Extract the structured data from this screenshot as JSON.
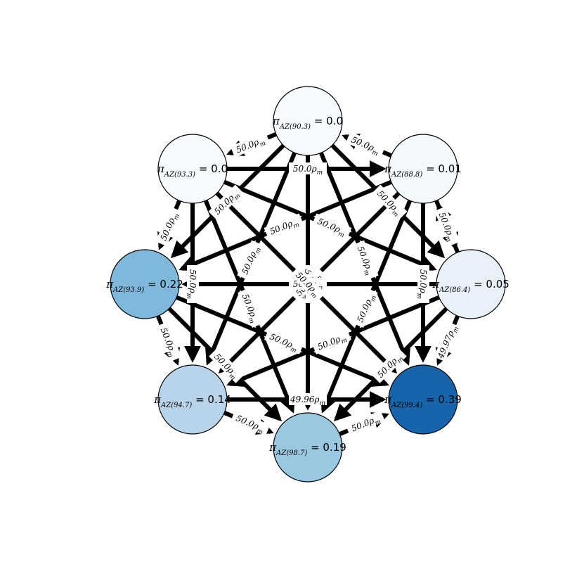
{
  "graph": {
    "nodes": [
      {
        "id": "AZ(90.3)",
        "label": "π_AZ(90.3) = 0.0",
        "value": 0.0,
        "color": "#f7fbff"
      },
      {
        "id": "AZ(88.8)",
        "label": "π_AZ(88.8) = 0.01",
        "value": 0.01,
        "color": "#f5f9fe"
      },
      {
        "id": "AZ(86.4)",
        "label": "π_AZ(86.4) = 0.05",
        "value": 0.05,
        "color": "#e8f1fa"
      },
      {
        "id": "AZ(99.4)",
        "label": "π_AZ(99.4) = 0.39",
        "value": 0.39,
        "color": "#1764ab"
      },
      {
        "id": "AZ(98.7)",
        "label": "π_AZ(98.7) = 0.19",
        "value": 0.19,
        "color": "#9ac8e0"
      },
      {
        "id": "AZ(94.7)",
        "label": "π_AZ(94.7) = 0.14",
        "value": 0.14,
        "color": "#b7d4ea"
      },
      {
        "id": "AZ(93.9)",
        "label": "π_AZ(93.9) = 0.22",
        "value": 0.22,
        "color": "#7fb8da"
      },
      {
        "id": "AZ(93.3)",
        "label": "π_AZ(93.3) = 0.0",
        "value": 0.0,
        "color": "#f7fbff"
      }
    ],
    "edges": [
      {
        "from": "AZ(90.3)",
        "to": "AZ(93.3)",
        "label": "50.0ρ_m"
      },
      {
        "from": "AZ(88.8)",
        "to": "AZ(90.3)",
        "label": "50.0ρ_m"
      },
      {
        "from": "AZ(93.3)",
        "to": "AZ(88.8)",
        "label": "50.0ρ_m"
      },
      {
        "from": "AZ(93.3)",
        "to": "AZ(93.9)",
        "label": "50.0ρ_m"
      },
      {
        "from": "AZ(86.4)",
        "to": "AZ(88.8)",
        "label": "50.0ρ_m"
      },
      {
        "from": "AZ(88.8)",
        "to": "AZ(93.9)",
        "label": "50.0ρ_m"
      },
      {
        "from": "AZ(93.3)",
        "to": "AZ(86.4)",
        "label": "50.0ρ_m"
      },
      {
        "from": "AZ(90.3)",
        "to": "AZ(98.7)",
        "label": "50.0ρ_m"
      },
      {
        "from": "AZ(88.8)",
        "to": "AZ(94.7)",
        "label": "50.0ρ_m"
      },
      {
        "from": "AZ(90.3)",
        "to": "AZ(99.4)",
        "label": "50.0ρ_m"
      },
      {
        "from": "AZ(93.3)",
        "to": "AZ(94.7)",
        "label": "50.0ρ_m"
      },
      {
        "from": "AZ(88.8)",
        "to": "AZ(99.4)",
        "label": "50.0ρ_m"
      },
      {
        "from": "AZ(86.4)",
        "to": "AZ(93.9)",
        "label": "50.0ρ_m"
      },
      {
        "from": "AZ(93.9)",
        "to": "AZ(94.7)",
        "label": "50.0ρ_m"
      },
      {
        "from": "AZ(86.4)",
        "to": "AZ(99.4)",
        "label": "49.97ρ_m"
      },
      {
        "from": "AZ(93.3)",
        "to": "AZ(98.7)",
        "label": "50.0ρ_m"
      },
      {
        "from": "AZ(93.9)",
        "to": "AZ(99.4)",
        "label": "50.0ρ_m"
      },
      {
        "from": "AZ(86.4)",
        "to": "AZ(94.7)",
        "label": "50.0ρ_m"
      },
      {
        "from": "AZ(90.3)",
        "to": "AZ(94.7)",
        "label": "50.0ρ_m"
      },
      {
        "from": "AZ(88.8)",
        "to": "AZ(98.7)",
        "label": "50.0ρ_m"
      },
      {
        "from": "AZ(93.9)",
        "to": "AZ(98.7)",
        "label": "50.0ρ_m"
      },
      {
        "from": "AZ(86.4)",
        "to": "AZ(98.7)",
        "label": "50.0ρ_m"
      },
      {
        "from": "AZ(94.7)",
        "to": "AZ(99.4)",
        "label": "49.96ρ_m"
      },
      {
        "from": "AZ(94.7)",
        "to": "AZ(98.7)",
        "label": "50.0ρ_m"
      },
      {
        "from": "AZ(98.7)",
        "to": "AZ(99.4)",
        "label": "50.0ρ_m"
      },
      {
        "from": "AZ(90.3)",
        "to": "AZ(93.9)",
        "label": "50.0ρ_m"
      },
      {
        "from": "AZ(88.8)",
        "to": "AZ(86.4)",
        "label": "50.0ρ_m"
      },
      {
        "from": "AZ(93.3)",
        "to": "AZ(99.4)",
        "label": "50.0ρ_m"
      },
      {
        "from": "AZ(90.3)",
        "to": "AZ(86.4)",
        "label": "50.0ρ_m"
      }
    ]
  }
}
